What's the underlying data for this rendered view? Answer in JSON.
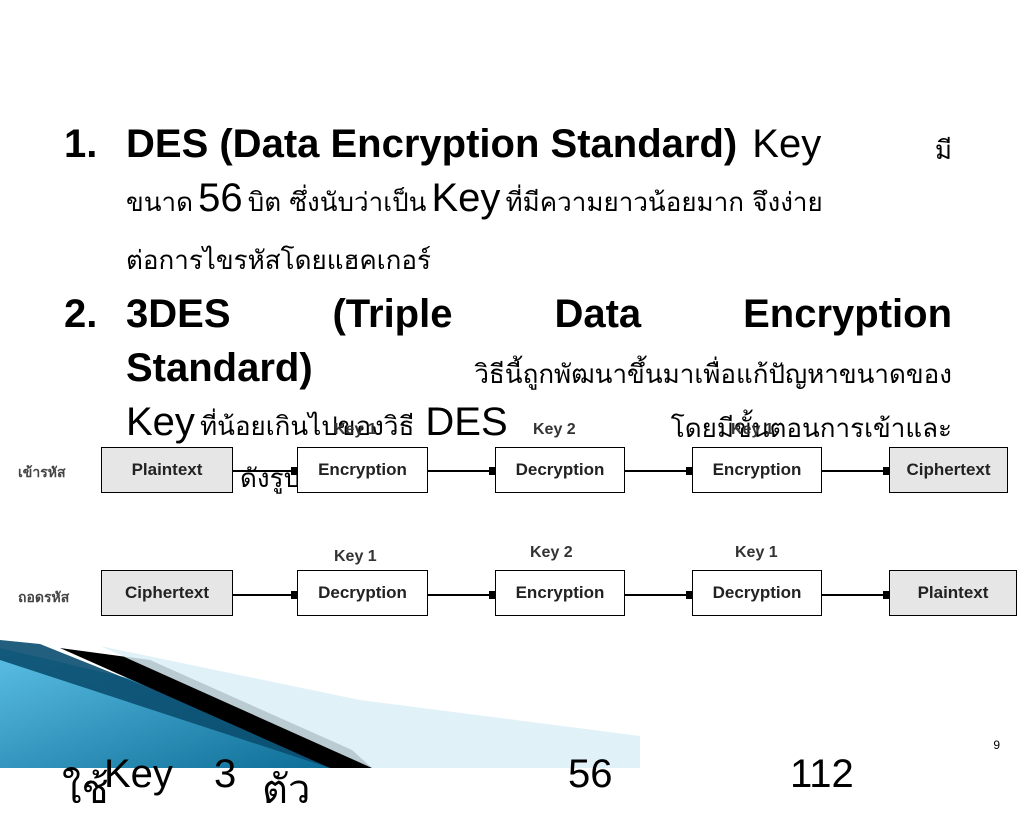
{
  "items": [
    {
      "number": "1.",
      "line1_title": "DES (Data Encryption Standard)",
      "line1_key": "Key",
      "line1_tail": "มี",
      "line2_a": "ขนาด",
      "line2_num": "56",
      "line2_b": "บิต ซึ่งนับว่าเป็น",
      "line2_key": "Key",
      "line2_c": "ที่มีความยาวน้อยมาก จึงง่าย",
      "line3": "ต่อการไขรหัสโดยแฮคเกอร์"
    },
    {
      "number": "2.",
      "line1_words": [
        "3DES",
        "(Triple",
        "Data",
        "Encryption"
      ],
      "line2_title": "Standard)",
      "line2_rest": "วิธีนี้ถูกพัฒนาขึ้นมาเพื่อแก้ปัญหาขนาดของ",
      "line3_key": "Key",
      "line3_a": "ที่น้อยเกินไปของวิธี",
      "line3_des": "DES",
      "line3_b": "โดยมีขั้นตอนการเข้าและ",
      "line4": "ดังรูป"
    }
  ],
  "diagram": {
    "encrypt_row_label": "เข้ารหัส",
    "decrypt_row_label": "ถอดรหัส",
    "encrypt_row": {
      "boxes": [
        "Plaintext",
        "Encryption",
        "Decryption",
        "Encryption",
        "Ciphertext"
      ],
      "keys": [
        "Key 1",
        "Key 2",
        "Key 1"
      ]
    },
    "decrypt_row": {
      "boxes": [
        "Ciphertext",
        "Decryption",
        "Encryption",
        "Decryption",
        "Plaintext"
      ],
      "keys": [
        "Key 1",
        "Key 2",
        "Key 1"
      ]
    }
  },
  "bottom_cut_text": [
    "ใช้",
    "Key",
    "3",
    "ตัว",
    "56",
    "112"
  ],
  "page_number": "9",
  "colors": {
    "decor_blue_dark": "#0d6d96",
    "decor_blue_light": "#5cc0e6",
    "decor_black": "#000000"
  }
}
